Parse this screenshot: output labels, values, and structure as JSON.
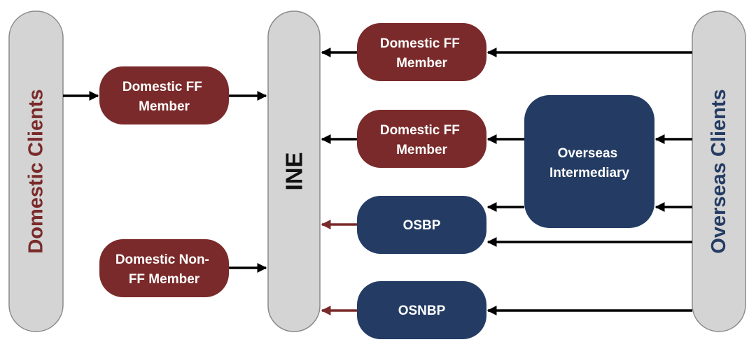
{
  "colors": {
    "maroon": "#7a2a2a",
    "navy": "#243c64",
    "column_fill": "#d4d4d4",
    "column_stroke": "#8a8a8a",
    "arrow_black": "#000000",
    "arrow_maroon": "#7a2a2a"
  },
  "columns": {
    "domestic_clients": "Domestic Clients",
    "ine": "INE",
    "overseas_clients": "Overseas Clients"
  },
  "boxes": {
    "domestic_ff_member_left": [
      "Domestic FF",
      "Member"
    ],
    "domestic_non_ff_member": [
      "Domestic Non-",
      "FF Member"
    ],
    "domestic_ff_member_top": [
      "Domestic FF",
      "Member"
    ],
    "domestic_ff_member_mid": [
      "Domestic FF",
      "Member"
    ],
    "osbp": [
      "OSBP"
    ],
    "osnbp": [
      "OSNBP"
    ],
    "overseas_intermediary": [
      "Overseas",
      "Intermediary"
    ]
  },
  "arrows": [
    {
      "from": "Domestic Clients",
      "to": "Domestic FF Member",
      "color": "black"
    },
    {
      "from": "Domestic FF Member",
      "to": "INE",
      "color": "black"
    },
    {
      "from": "Domestic Non-FF Member",
      "to": "INE",
      "color": "black"
    },
    {
      "from": "Overseas Clients",
      "to": "Domestic FF Member (top)",
      "color": "black"
    },
    {
      "from": "Domestic FF Member (top)",
      "to": "INE",
      "color": "black"
    },
    {
      "from": "Overseas Clients",
      "to": "Overseas Intermediary",
      "color": "black"
    },
    {
      "from": "Overseas Clients",
      "to": "Overseas Intermediary (lower)",
      "color": "black"
    },
    {
      "from": "Overseas Intermediary",
      "to": "Domestic FF Member (middle)",
      "color": "black"
    },
    {
      "from": "Domestic FF Member (middle)",
      "to": "INE",
      "color": "black"
    },
    {
      "from": "Overseas Intermediary",
      "to": "OSBP",
      "color": "black"
    },
    {
      "from": "Overseas Clients",
      "to": "OSBP",
      "color": "black"
    },
    {
      "from": "OSBP",
      "to": "INE",
      "color": "maroon"
    },
    {
      "from": "Overseas Clients",
      "to": "OSNBP",
      "color": "black"
    },
    {
      "from": "OSNBP",
      "to": "INE",
      "color": "maroon"
    }
  ]
}
